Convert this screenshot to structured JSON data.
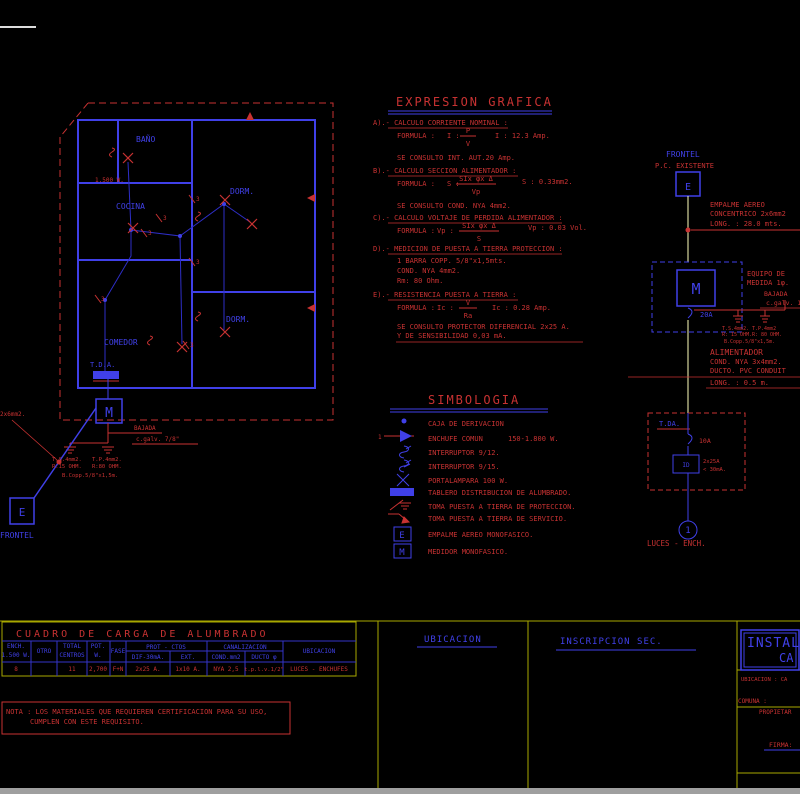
{
  "colors": {
    "red": "#c83232",
    "blue": "#4040e8",
    "yellow": "#a8a800",
    "pale_line": "#ffffbb"
  },
  "plan": {
    "room_bano": "BAÑO",
    "room_cocina": "COCINA",
    "room_dorm1": "DORM.",
    "room_dorm2": "DORM.",
    "room_comedor": "COMEDOR",
    "tda": "T.D.A.",
    "heater": "1.500 W.",
    "meter": "M",
    "empalme": "E",
    "frontel": "FRONTEL",
    "acometida": "2x6mm2.",
    "bajada1": "BAJADA",
    "bajada2": "c.galv. 7/8\"",
    "ts1": "T.S.4mm2.",
    "ts2": "R:15 OHM.",
    "tp1": "T.P.4mm2.",
    "tp2": "R:80 OHM.",
    "barra": "B.Copp.5/8\"x1,5m.",
    "c3": "3"
  },
  "expresion": {
    "title": "EXPRESION GRAFICA",
    "formula": "FORMULA :",
    "a_head": "A).- CALCULO CORRIENTE NOMINAL :",
    "a_lhs": "I :",
    "a_num": "P",
    "a_den": "V",
    "a_res": "I : 12.3 Amp.",
    "a_note": "SE CONSULTO INT. AUT.20 Amp.",
    "b_head": "B).- CALCULO SECCION ALIMENTADOR :",
    "b_lhs": "S :",
    "b_num": "SIx φx Δ",
    "b_den": "Vp",
    "b_res": "S : 0.33mm2.",
    "b_note": "SE CONSULTO COND. NYA 4mm2.",
    "c_head": "C).- CALCULO VOLTAJE DE PERDIDA ALIMENTADOR :",
    "c_lhs": "Vp :",
    "c_num": "SIx φx Δ",
    "c_den": "S",
    "c_res": "Vp : 0.03 Vol.",
    "d_head": "D).- MEDICION DE PUESTA A TIERRA PROTECCION :",
    "d1": "1 BARRA COPP. 5/8\"x1,5mts.",
    "d2": "COND. NYA 4mm2.",
    "d3": "Rm: 80 Ohm.",
    "e_head": "E).- RESISTENCIA PUESTA A TIERRA :",
    "e_lhs": "Ic :",
    "e_num": "V",
    "e_den": "Ra",
    "e_res": "Ic : 0.28 Amp.",
    "e_note1": "SE CONSULTO PROTECTOR DIFERENCIAL 2x25 A.",
    "e_note2": "Y DE SENSIBILIDAD 0,03 mA."
  },
  "simbologia": {
    "title": "SIMBOLOGIA",
    "one": "1",
    "sym_e": "E",
    "sym_m": "M",
    "items": [
      {
        "label": "CAJA DE DERIVACION",
        "extra": ""
      },
      {
        "label": "ENCHUFE COMUN",
        "extra": "150-1.800 W."
      },
      {
        "label": "INTERRUPTOR 9/12.",
        "extra": ""
      },
      {
        "label": "INTERRUPTOR 9/15.",
        "extra": ""
      },
      {
        "label": "PORTALAMPARA 100 W.",
        "extra": ""
      },
      {
        "label": "TABLERO DISTRIBUCION DE ALUMBRADO.",
        "extra": ""
      },
      {
        "label": "TOMA PUESTA A TIERRA DE PROTECCION.",
        "extra": ""
      },
      {
        "label": "TOMA PUESTA A TIERRA DE SERVICIO.",
        "extra": ""
      },
      {
        "label": "EMPALME AEREO MONOFASICO.",
        "extra": ""
      },
      {
        "label": "MEDIDOR MONOFASICO.",
        "extra": ""
      }
    ]
  },
  "riser": {
    "frontel": "FRONTEL",
    "pc": "P.C. EXISTENTE",
    "e": "E",
    "m": "M",
    "one": "1",
    "empalme1": "EMPALME AEREO",
    "empalme2": "CONCENTRICO 2x6mm2",
    "empalme3": "LONG. : 28.0 mts.",
    "equipo1": "EQUIPO DE",
    "equipo2": "MEDIDA 1φ.",
    "brk20": "20A",
    "bajada1": "BAJADA",
    "bajada2": "c.galv. 1",
    "ts1": "T.S.4mm2.",
    "ts2": "R: 15 OHM.",
    "tp1": "T.P.4mm2",
    "tp2": "R: 80 OHM.",
    "barra": "B.Copp.5/8\"x1,5m.",
    "alim1": "ALIMENTADOR",
    "alim2": "COND. NYA 3x4mm2.",
    "alim3": "DUCTO. PVC CONDUIT",
    "alim4": "LONG. : 0.5 m.",
    "tda": "T.DA.",
    "brk10": "10A",
    "dif_id": "ID",
    "dif1": "2x25A",
    "dif2": "< 30mA.",
    "circuit": "LUCES - ENCH."
  },
  "cuadro": {
    "title": "CUADRO DE CARGA DE ALUMBRADO",
    "h_ench1": "ENCH.",
    "h_ench2": "1.500 W.",
    "h_otro": "OTRO",
    "h_total1": "TOTAL",
    "h_total2": "CENTROS",
    "h_pot1": "POT.",
    "h_pot2": "W.",
    "h_fase": "FASE",
    "h_prot": "PROT - CTOS",
    "h_dif": "DIF-30mA.",
    "h_ext": "EXT.",
    "h_canal": "CANALIZACION",
    "h_cond": "COND.mm2",
    "h_ducto": "DUCTO φ",
    "h_ubic": "UBICACION",
    "r_ench": "8",
    "r_otro": "",
    "r_total": "11",
    "r_pot": "2,700",
    "r_fase": "F+N",
    "r_dif": "2x25 A.",
    "r_ext": "1x10 A.",
    "r_cond": "NYA 2,5",
    "r_ducto": "t.p.l.v.1/2\"",
    "r_ubic": "LUCES - ENCHUFES",
    "nota1": "NOTA : LOS MATERIALES QUE REQUIEREN CERTIFICACION PARA SU USO,",
    "nota2": "CUMPLEN CON ESTE REQUISITO."
  },
  "panels": {
    "ubicacion": "UBICACION",
    "inscripcion": "INSCRIPCION  SEC.",
    "instal1": "INSTALA",
    "instal2": "CA",
    "ubic2": "UBICACION :  CA",
    "comuna": "COMUNA :",
    "prop": "PROPIETAR",
    "firma": "FIRMA:"
  }
}
